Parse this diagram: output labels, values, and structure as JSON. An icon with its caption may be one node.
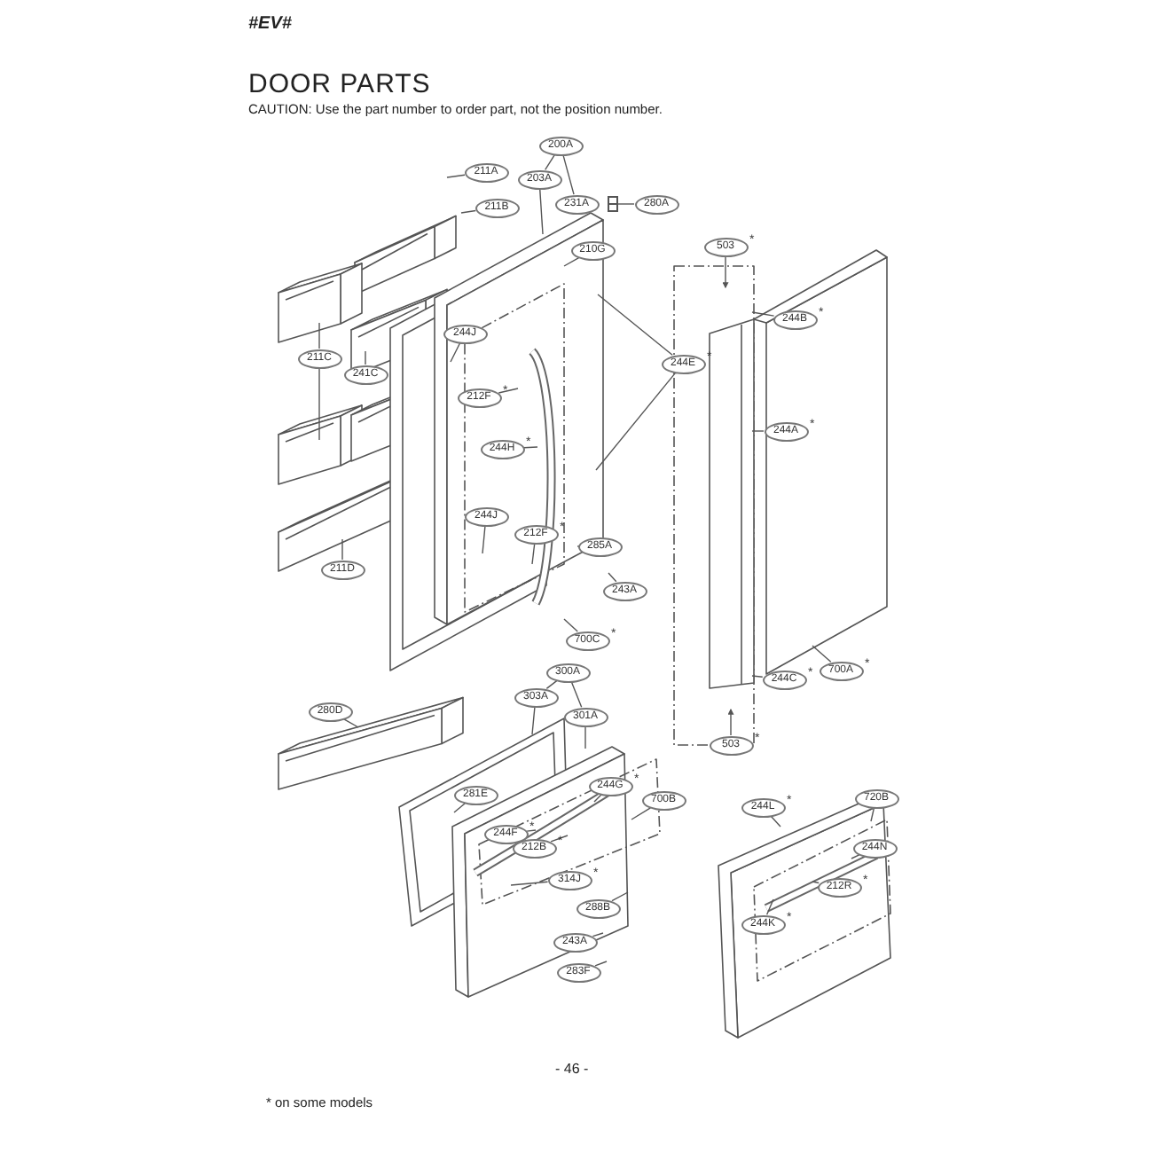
{
  "diagram": {
    "title": "DOOR PARTS",
    "nodes": [
      {
        "text": [
          "200A"
        ]
      },
      {
        "text": [
          "211A"
        ]
      },
      {
        "text": [
          "203A"
        ]
      },
      {
        "text": [
          "211B"
        ]
      },
      {
        "text": [
          "231A"
        ]
      },
      {
        "text": [
          "280A"
        ]
      },
      {
        "text": [
          "210G"
        ]
      },
      {
        "text": [
          "503"
        ],
        "beside": [
          "*"
        ]
      },
      {
        "text": [
          "244B"
        ],
        "beside": [
          "*"
        ]
      },
      {
        "text": [
          "211C"
        ]
      },
      {
        "text": [
          "241C"
        ]
      },
      {
        "text": [
          "244J"
        ]
      },
      {
        "text": [
          "212F"
        ],
        "beside": [
          "*"
        ]
      },
      {
        "text": [
          "244E"
        ],
        "beside": [
          "*"
        ]
      },
      {
        "text": [
          "244A"
        ],
        "beside": [
          "*"
        ]
      },
      {
        "text": [
          "244H"
        ],
        "beside": [
          "*"
        ]
      },
      {
        "text": [
          "244J"
        ]
      },
      {
        "text": [
          "212F"
        ],
        "beside": [
          "*"
        ]
      },
      {
        "text": [
          "285A"
        ]
      },
      {
        "text": [
          "243A"
        ]
      },
      {
        "text": [
          "211D"
        ]
      },
      {
        "text": [
          "700C"
        ],
        "beside": [
          "*"
        ]
      },
      {
        "text": [
          "244C"
        ],
        "beside": [
          "*"
        ]
      },
      {
        "text": [
          "700A"
        ],
        "beside": [
          "*"
        ]
      },
      {
        "text": [
          "503"
        ],
        "beside": [
          "*"
        ]
      },
      {
        "text": [
          "300A"
        ]
      },
      {
        "text": [
          "303A"
        ]
      },
      {
        "text": [
          "301A"
        ]
      },
      {
        "text": [
          "280D"
        ]
      },
      {
        "text": [
          "281E"
        ]
      },
      {
        "text": [
          "244G"
        ],
        "beside": [
          "*"
        ]
      },
      {
        "text": [
          "700B"
        ]
      },
      {
        "text": [
          "244F"
        ],
        "beside": [
          "*"
        ]
      },
      {
        "text": [
          "212B"
        ],
        "beside": [
          "*"
        ]
      },
      {
        "text": [
          "314J"
        ],
        "beside": [
          "*"
        ]
      },
      {
        "text": [
          "288B"
        ]
      },
      {
        "text": [
          "243A"
        ]
      },
      {
        "text": [
          "283F"
        ]
      },
      {
        "text": [
          "244L"
        ],
        "beside": [
          "*"
        ]
      },
      {
        "text": [
          "720B"
        ]
      },
      {
        "text": [
          "244N"
        ]
      },
      {
        "text": [
          "212R"
        ],
        "beside": [
          "*"
        ]
      },
      {
        "text": [
          "244K"
        ],
        "beside": [
          "*"
        ]
      },
      {
        "text": [],
        "shape": "picture"
      }
    ],
    "edges": [
      {
        "from": 0,
        "to": 2,
        "arrow": "none"
      },
      {
        "from": 0,
        "to": 4,
        "arrow": "none"
      },
      {
        "from": 1,
        "to": null,
        "arrow": "none"
      },
      {
        "from": 2,
        "to": null,
        "arrow": "none"
      },
      {
        "from": 3,
        "to": null,
        "arrow": "none"
      },
      {
        "from": 5,
        "to": 43,
        "arrow": "none"
      },
      {
        "from": 6,
        "to": null,
        "arrow": "none"
      },
      {
        "from": 7,
        "to": null,
        "arrow": "to"
      },
      {
        "from": 8,
        "to": null,
        "arrow": "none"
      },
      {
        "from": 9,
        "to": null,
        "arrow": "none"
      },
      {
        "from": 9,
        "to": null,
        "arrow": "none"
      },
      {
        "from": 10,
        "to": null,
        "arrow": "none"
      },
      {
        "from": 11,
        "to": null,
        "arrow": "none"
      },
      {
        "from": 12,
        "to": null,
        "arrow": "none"
      },
      {
        "from": 13,
        "to": null,
        "arrow": "none"
      },
      {
        "from": 13,
        "to": null,
        "arrow": "none"
      },
      {
        "from": 14,
        "to": null,
        "arrow": "none"
      },
      {
        "from": 15,
        "to": null,
        "arrow": "none"
      },
      {
        "from": 16,
        "to": null,
        "arrow": "none"
      },
      {
        "from": 17,
        "to": null,
        "arrow": "none"
      },
      {
        "from": 18,
        "to": null,
        "arrow": "none"
      },
      {
        "from": 19,
        "to": null,
        "arrow": "none"
      },
      {
        "from": 20,
        "to": null,
        "arrow": "none"
      },
      {
        "from": 21,
        "to": null,
        "arrow": "none"
      },
      {
        "from": 22,
        "to": null,
        "arrow": "none"
      },
      {
        "from": 23,
        "to": null,
        "arrow": "none"
      },
      {
        "from": 24,
        "to": null,
        "arrow": "to"
      },
      {
        "from": 25,
        "to": 26,
        "arrow": "none"
      },
      {
        "from": 25,
        "to": 27,
        "arrow": "none"
      },
      {
        "from": 26,
        "to": null,
        "arrow": "none"
      },
      {
        "from": 27,
        "to": null,
        "arrow": "none"
      },
      {
        "from": 28,
        "to": null,
        "arrow": "none"
      },
      {
        "from": 29,
        "to": null,
        "arrow": "none"
      },
      {
        "from": 30,
        "to": null,
        "arrow": "none"
      },
      {
        "from": 31,
        "to": null,
        "arrow": "none"
      },
      {
        "from": 32,
        "to": null,
        "arrow": "none"
      },
      {
        "from": 33,
        "to": null,
        "arrow": "none"
      },
      {
        "from": 34,
        "to": null,
        "arrow": "none"
      },
      {
        "from": 35,
        "to": null,
        "arrow": "none"
      },
      {
        "from": 36,
        "to": null,
        "arrow": "none"
      },
      {
        "from": 37,
        "to": null,
        "arrow": "none"
      },
      {
        "from": 38,
        "to": null,
        "arrow": "none"
      },
      {
        "from": 39,
        "to": null,
        "arrow": "none"
      },
      {
        "from": 40,
        "to": null,
        "arrow": "none"
      },
      {
        "from": 41,
        "to": null,
        "arrow": "none"
      },
      {
        "from": 42,
        "to": null,
        "arrow": "none"
      }
    ],
    "labels": [
      "#EV#",
      "CAUTION: Use the part number to order part, not the position number.",
      "- 46 -",
      "* on some models"
    ]
  }
}
